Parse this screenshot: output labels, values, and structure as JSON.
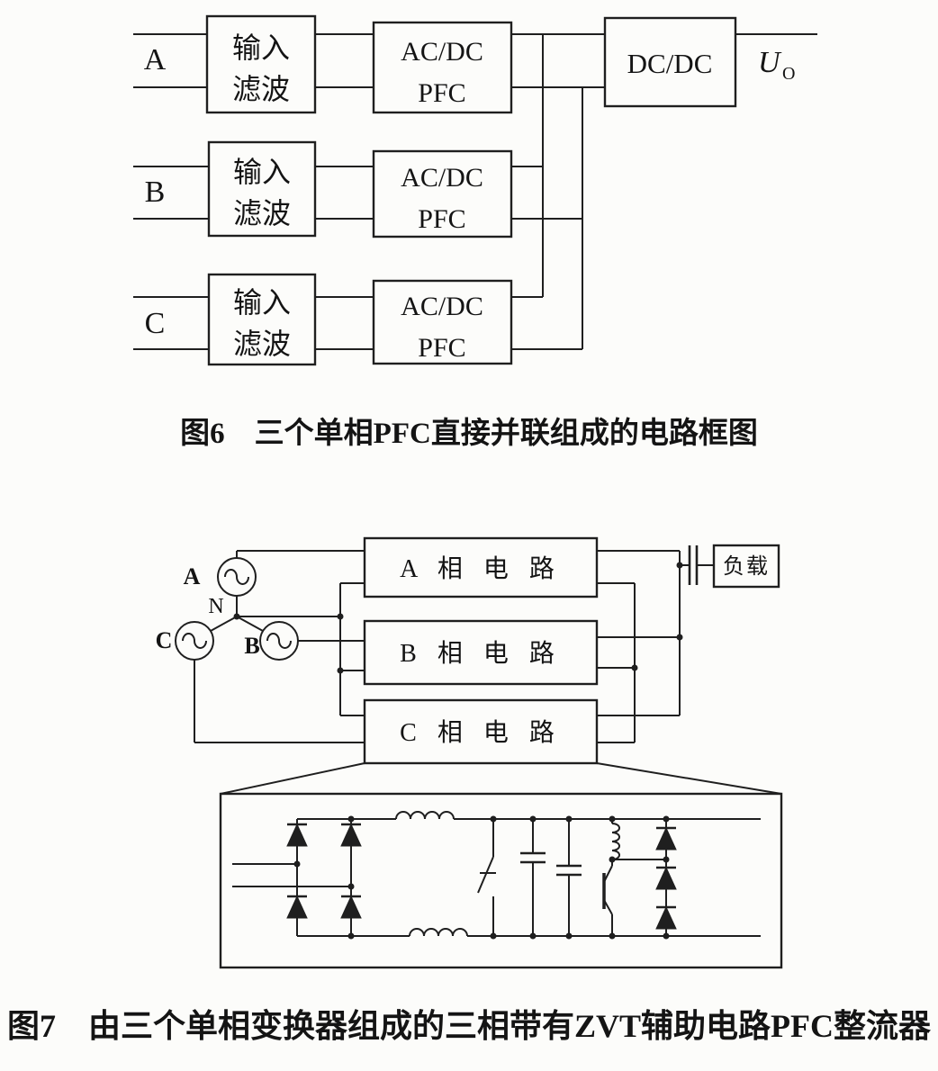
{
  "figure6": {
    "phase_labels": [
      "A",
      "B",
      "C"
    ],
    "filter_box": {
      "line1": "输入",
      "line2": "滤波"
    },
    "pfc_box": {
      "line1": "AC/DC",
      "line2": "PFC"
    },
    "dcdc_box": "DC/DC",
    "output": {
      "symbol": "U",
      "subscript": "O"
    },
    "caption": "图6　三个单相PFC直接并联组成的电路框图"
  },
  "figure7": {
    "source_labels": {
      "a": "A",
      "b": "B",
      "c": "C"
    },
    "neutral_label": "N",
    "phase_boxes": {
      "a": "A 相 电 路",
      "b": "B 相 电 路",
      "c": "C 相 电 路"
    },
    "load_label": "负载",
    "caption": "图7　由三个单相变换器组成的三相带有ZVT辅助电路PFC整流器"
  }
}
